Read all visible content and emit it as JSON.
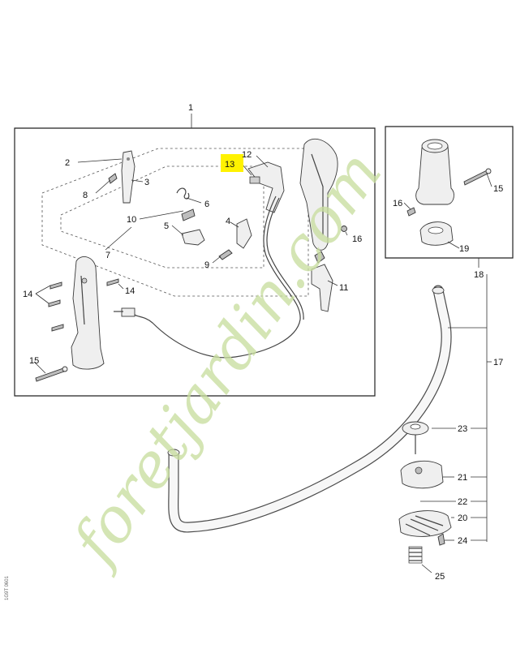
{
  "callouts": {
    "c1": "1",
    "c2": "2",
    "c3": "3",
    "c4": "4",
    "c5": "5",
    "c6": "6",
    "c7": "7",
    "c8": "8",
    "c9": "9",
    "c10": "10",
    "c11": "11",
    "c12": "12",
    "c13": "13",
    "c14a": "14",
    "c14b": "14",
    "c15a": "15",
    "c15b": "15",
    "c16a": "16",
    "c16b": "16",
    "c17": "17",
    "c18": "18",
    "c19": "19",
    "c20": "20",
    "c21": "21",
    "c22": "22",
    "c23": "23",
    "c24": "24",
    "c25": "25"
  },
  "highlight": {
    "part": "13",
    "color": "#fff200"
  },
  "watermark": {
    "text": "foretjardin.com",
    "color": "#c9dea0"
  },
  "side_code": "1G9T 0601",
  "colors": {
    "line": "#333333",
    "background": "#ffffff"
  }
}
